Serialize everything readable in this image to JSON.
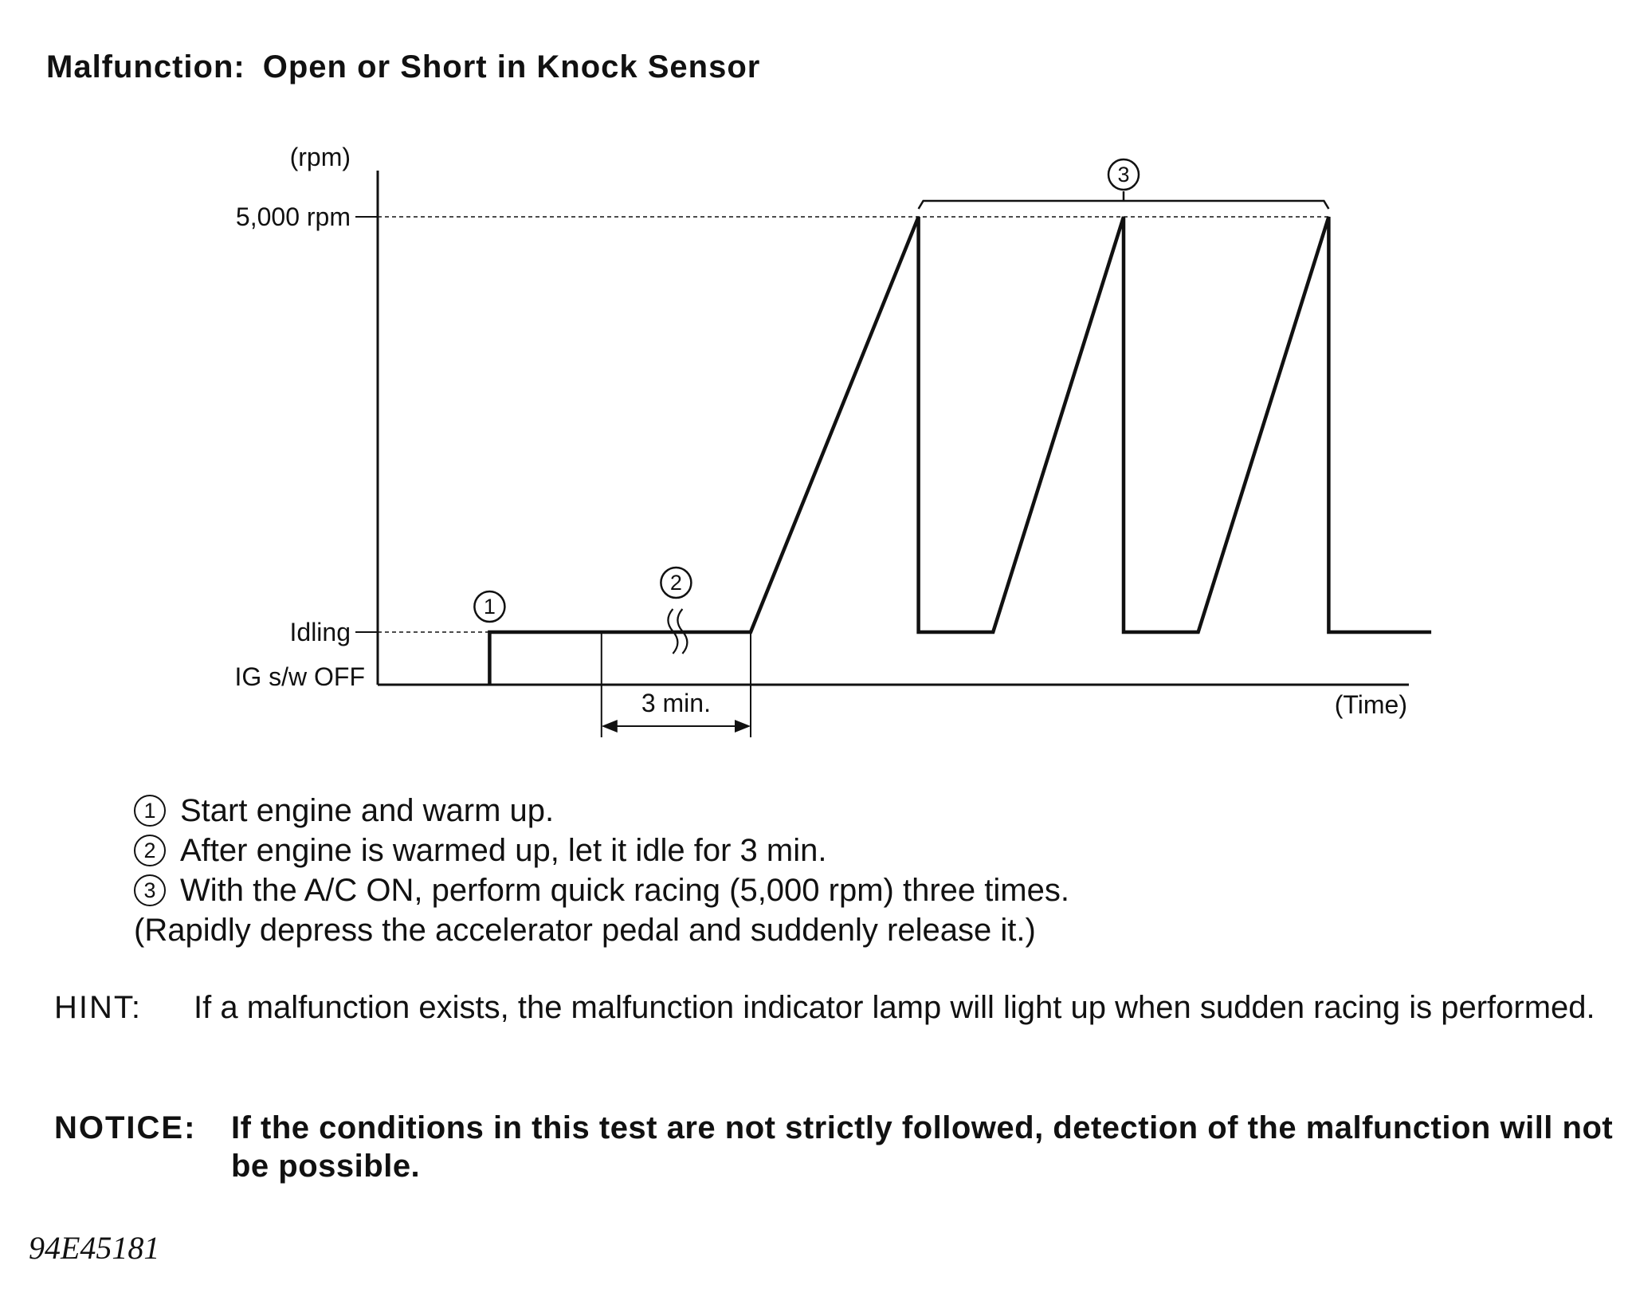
{
  "header": {
    "label": "Malfunction:",
    "title": "Open or Short in Knock Sensor"
  },
  "chart_data": {
    "type": "line",
    "y_unit": "(rpm)",
    "x_label": "(Time)",
    "y_levels": [
      {
        "label": "5,000 rpm",
        "value": 5000
      },
      {
        "label": "Idling",
        "value": 800
      },
      {
        "label": "IG s/w OFF",
        "value": 0
      }
    ],
    "trace": [
      {
        "t": 0,
        "rpm": 0
      },
      {
        "t": 12,
        "rpm": 0
      },
      {
        "t": 12,
        "rpm": 800
      },
      {
        "t": 40,
        "rpm": 800
      },
      {
        "t": 58,
        "rpm": 5000
      },
      {
        "t": 58,
        "rpm": 800
      },
      {
        "t": 66,
        "rpm": 800
      },
      {
        "t": 80,
        "rpm": 5000
      },
      {
        "t": 80,
        "rpm": 800
      },
      {
        "t": 88,
        "rpm": 800
      },
      {
        "t": 102,
        "rpm": 5000
      },
      {
        "t": 102,
        "rpm": 800
      },
      {
        "t": 113,
        "rpm": 800
      }
    ],
    "interval": {
      "label": "3 min.",
      "t_start": 24,
      "t_end": 40
    },
    "markers": [
      {
        "label": "1",
        "t": 12
      },
      {
        "label": "2",
        "t": 32
      },
      {
        "label": "3",
        "t_start": 58,
        "t_end": 102
      }
    ]
  },
  "steps": [
    {
      "num": "1",
      "text": "Start engine and warm up."
    },
    {
      "num": "2",
      "text": "After engine is warmed up, let it idle for 3 min."
    },
    {
      "num": "3",
      "text": "With the A/C ON, perform quick racing (5,000 rpm) three times.",
      "note": "(Rapidly depress the accelerator pedal and suddenly release it.)"
    }
  ],
  "hint": {
    "label": "HINT:",
    "text": "If a malfunction exists, the malfunction indicator lamp will light up when sudden racing is performed."
  },
  "notice": {
    "label": "NOTICE:",
    "text": "If the conditions in this test are not strictly followed, detection of the malfunction will not be possible."
  },
  "figure_id": "94E45181"
}
